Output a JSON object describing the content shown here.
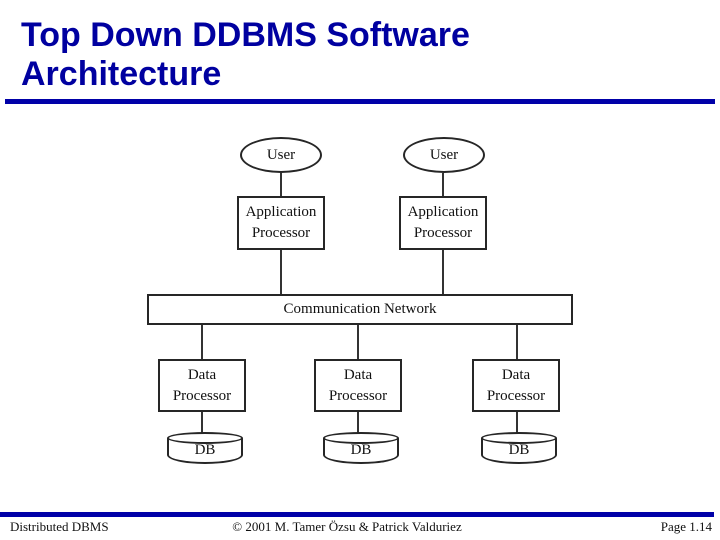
{
  "slide": {
    "title": "Top Down DDBMS Software Architecture",
    "accent_color": "#0000A0",
    "rule_color": "#0000A8",
    "diagram_stroke_color": "#262626",
    "background_color": "#ffffff"
  },
  "diagram": {
    "users": [
      {
        "label": "User"
      },
      {
        "label": "User"
      }
    ],
    "app_processors": [
      {
        "label": "Application Processor"
      },
      {
        "label": "Application Processor"
      }
    ],
    "network": {
      "label": "Communication Network"
    },
    "data_processors": [
      {
        "label": "Data Processor"
      },
      {
        "label": "Data Processor"
      },
      {
        "label": "Data Processor"
      }
    ],
    "databases": [
      {
        "label": "DB"
      },
      {
        "label": "DB"
      },
      {
        "label": "DB"
      }
    ]
  },
  "footer": {
    "left": "Distributed DBMS",
    "center": "© 2001 M. Tamer Özsu & Patrick Valduriez",
    "right": "Page 1.14"
  }
}
